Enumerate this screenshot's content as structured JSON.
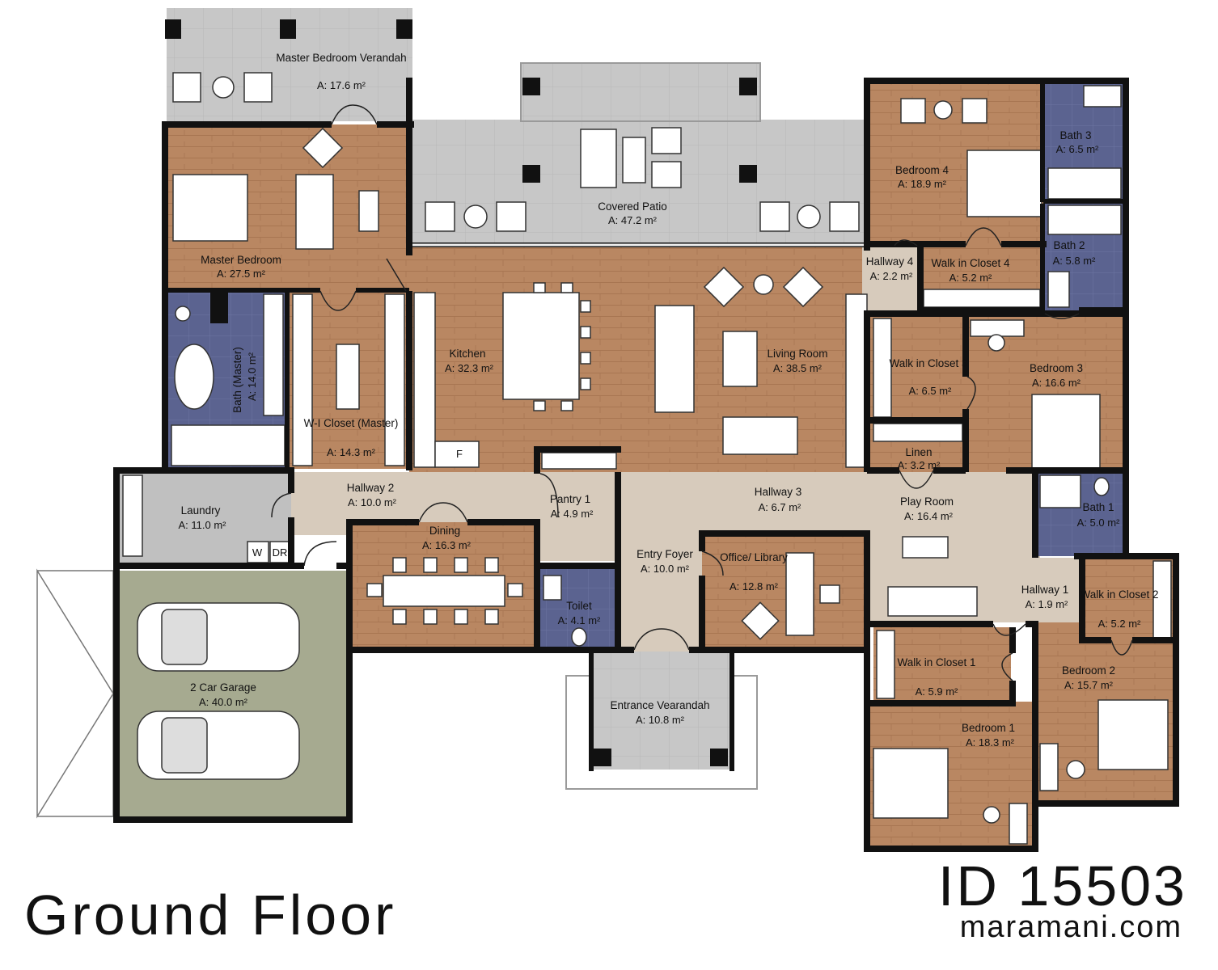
{
  "title": "Ground Floor",
  "plan_id": "ID 15503",
  "website": "maramani.com",
  "colors": {
    "wall": "#111111",
    "wood_floor": "#b98762",
    "tile_floor": "#5b6390",
    "patio": "#c7c7c7",
    "hall": "#d7cbbc",
    "garage": "#a6aa90"
  },
  "rooms": [
    {
      "id": "master-verandah",
      "name": "Master Bedroom Verandah",
      "area": "A: 17.6 m²"
    },
    {
      "id": "covered-patio",
      "name": "Covered Patio",
      "area": "A: 47.2 m²"
    },
    {
      "id": "master-bedroom",
      "name": "Master Bedroom",
      "area": "A: 27.5 m²"
    },
    {
      "id": "bedroom-4",
      "name": "Bedroom 4",
      "area": "A: 18.9 m²"
    },
    {
      "id": "bath-3",
      "name": "Bath 3",
      "area": "A: 6.5 m²"
    },
    {
      "id": "bath-2",
      "name": "Bath 2",
      "area": "A: 5.8 m²"
    },
    {
      "id": "hallway-4",
      "name": "Hallway 4",
      "area": "A: 2.2 m²"
    },
    {
      "id": "walk-in-closet-4",
      "name": "Walk in Closet 4",
      "area": "A: 5.2 m²"
    },
    {
      "id": "kitchen",
      "name": "Kitchen",
      "area": "A: 32.3 m²"
    },
    {
      "id": "living-room",
      "name": "Living Room",
      "area": "A: 38.5 m²"
    },
    {
      "id": "walk-in-closet-3",
      "name": "Walk in Closet 3",
      "area": "A: 6.5 m²"
    },
    {
      "id": "bedroom-3",
      "name": "Bedroom 3",
      "area": "A: 16.6 m²"
    },
    {
      "id": "bath-master",
      "name": "Bath (Master)",
      "area": "A: 14.0 m²"
    },
    {
      "id": "wi-closet-master",
      "name": "W-I Closet (Master)",
      "area": "A: 14.3 m²"
    },
    {
      "id": "linen",
      "name": "Linen",
      "area": "A: 3.2 m²"
    },
    {
      "id": "laundry",
      "name": "Laundry",
      "area": "A: 11.0 m²"
    },
    {
      "id": "hallway-2",
      "name": "Hallway 2",
      "area": "A: 10.0 m²"
    },
    {
      "id": "pantry-1",
      "name": "Pantry 1",
      "area": "A: 4.9 m²"
    },
    {
      "id": "hallway-3",
      "name": "Hallway 3",
      "area": "A: 6.7 m²"
    },
    {
      "id": "play-room",
      "name": "Play Room",
      "area": "A: 16.4 m²"
    },
    {
      "id": "bath-1",
      "name": "Bath 1",
      "area": "A: 5.0 m²"
    },
    {
      "id": "dining",
      "name": "Dining",
      "area": "A: 16.3 m²"
    },
    {
      "id": "entry-foyer",
      "name": "Entry Foyer",
      "area": "A: 10.0 m²"
    },
    {
      "id": "office-library",
      "name": "Office/ Library",
      "area": "A: 12.8 m²"
    },
    {
      "id": "hallway-1",
      "name": "Hallway 1",
      "area": "A: 1.9 m²"
    },
    {
      "id": "walk-in-closet-2",
      "name": "Walk in Closet 2",
      "area": "A: 5.2 m²"
    },
    {
      "id": "toilet",
      "name": "Toilet",
      "area": "A: 4.1 m²"
    },
    {
      "id": "walk-in-closet-1",
      "name": "Walk in Closet 1",
      "area": "A: 5.9 m²"
    },
    {
      "id": "bedroom-2",
      "name": "Bedroom 2",
      "area": "A: 15.7 m²"
    },
    {
      "id": "garage",
      "name": "2 Car Garage",
      "area": "A: 40.0 m²"
    },
    {
      "id": "entrance-verandah",
      "name": "Entrance Vearandah",
      "area": "A: 10.8 m²"
    },
    {
      "id": "bedroom-1",
      "name": "Bedroom 1",
      "area": "A: 18.3 m²"
    }
  ],
  "appliances": {
    "washer": "W",
    "dryer": "DR",
    "fridge": "F"
  }
}
